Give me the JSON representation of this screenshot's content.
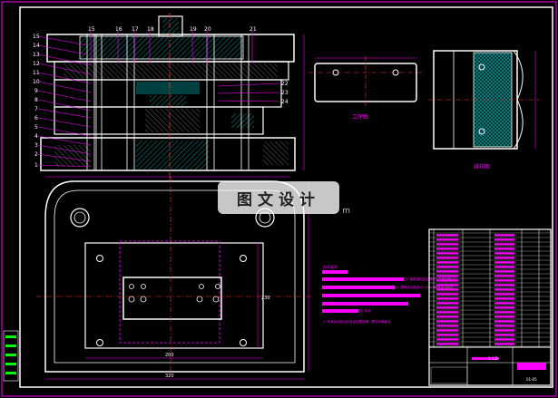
{
  "watermark": {
    "text": "图文设计",
    "sub": "m"
  },
  "views": {
    "workpiece_caption": "工序图",
    "side_caption": "排样图"
  },
  "main_view_balloons": [
    "15",
    "16",
    "17",
    "18",
    "19",
    "20",
    "21"
  ],
  "left_balloons": [
    "15",
    "14",
    "13",
    "12",
    "11",
    "10",
    "9",
    "8",
    "7",
    "6",
    "5",
    "4",
    "3",
    "2",
    "1"
  ],
  "right_balloons": [
    "22",
    "23",
    "24"
  ],
  "plan_dims": {
    "width": "320",
    "height": "230",
    "inner": "200"
  },
  "notes": {
    "title": "技术要求",
    "items": [
      "1. 模具装配后应保证凸凹模间隙均匀",
      "2. 模具闭合高度H=134，模柄直径φ40",
      "3. 所有活动部分应保证位置准确，配合间隙适当",
      "4. 其余"
    ]
  },
  "title_block": {
    "scale": "1:1.5",
    "drawing_no": "01-05"
  },
  "colors": {
    "outline": "#ffffff",
    "magenta": "#ff00ff",
    "red": "#ff3030",
    "cyan": "#00c8c8",
    "green": "#00ff00",
    "yellow": "#ffff00"
  }
}
